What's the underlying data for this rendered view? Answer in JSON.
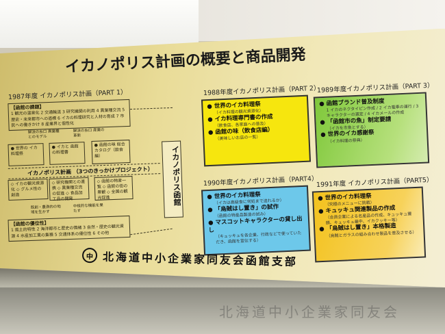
{
  "title": "イカノポリス計画の概要と商品開発",
  "part1": {
    "header": "1987年度 イカノポリス計画（PART 1）",
    "issues_label": "【函館の課題】",
    "issues_text": "1 観光の温泉化 2 交通輸送 3 研究機関の利用 4 異業種交流 5 歴史・未来都市への道標 6 イカの料理研究と人材の育成 7 市民への働きかけ 8 産業界と個性化",
    "clue1": "解決の糸口 異業種とのモデル",
    "clue2": "解決の糸口 産業の革新",
    "box_a": "● 世界の イカ料理祭",
    "box_b": "● イカと 函館の料理書",
    "box_c": "● 函館の味 総合カタログ（飲食編）",
    "band": "イカノポリス計画 （3つのきっかけプロジェクト）",
    "box_d": "◇ イカの観光資源化 ◇ グルメ性の創造",
    "box_e": "◇ 研究機関との連携 ◇ 異業種交流の促進 ◇ 食品加工品の開発",
    "box_f": "◇ 函館の物産一覧 ◇ 函館の街の景観 ◇ 全国の観光促進",
    "note1": "既創・農漁的の地域を生かす",
    "note2": "中核的な機能を果たす",
    "vertical": "イカノポリス函館",
    "merits_label": "【函館の優位性】",
    "merits_text": "1 風土的特性 2 海洋都市と歴史の情緒 3 自然・歴史の観光資源 4 水産加工業の集積 5 交通体系の優位性 6 その他"
  },
  "part2": {
    "header": "1988年度イカノポリス計画（PART 2）",
    "items": [
      {
        "label": "世界のイカ料理祭",
        "sub": "（イカ料理の観光資源化）"
      },
      {
        "label": "イカ料理専門書の作成",
        "sub": "（飲食店、各家庭への普及）"
      },
      {
        "label": "函館の味（飲食店編）",
        "sub": "（美味しいお店の一覧）"
      }
    ]
  },
  "part3": {
    "header": "1989年度イカノポリス計画（PART 3）",
    "items": [
      {
        "label": "函館ブランド普及制度",
        "sub": "1 イカのネクタイピン作成 / 2 イカ電車の運行 / 3 キャラクターの選定 / 4 イカメールの作成"
      },
      {
        "label": "「函館市の魚」制定要請",
        "sub": "（イカを市魚とする）"
      },
      {
        "label": "世界のイカ感謝祭",
        "sub": "（イカ料理の祭典）"
      }
    ]
  },
  "part4": {
    "header": "1990年度イカノポリス計画（PART4）",
    "items": [
      {
        "label": "世界のイカ料理祭",
        "sub": "（イカは高級食に何処まで迫れるか）"
      },
      {
        "label": "「烏賊はし置き」の試作",
        "sub": "（函館の特産品製造の試み）"
      },
      {
        "label": "マスコットキャラクターの貸し出し",
        "sub": "（キュッキュを各企業、行政などで使っていただき、函館を宣伝する）"
      }
    ]
  },
  "part5": {
    "header": "1991年度 イカノポリス計画（PART5）",
    "items": [
      {
        "label": "世界のイカ料理祭",
        "sub": "（究極のメニューに挑戦）"
      },
      {
        "label": "キュッキュ関連製品の作成",
        "sub": "（会員企業による名産品の作成、キュッキュ饅頭、キュッキュ最中、イカクッキー等）"
      },
      {
        "label": "「烏賊はし置き」本格製造",
        "sub": "（烏賊とガラスの組み合わせ製品を普及させる）"
      }
    ]
  },
  "footer": {
    "logo": "中",
    "text": "北海道中小企業家同友会函館支部"
  },
  "glass_reflection": "北海道中小企業家同友会"
}
